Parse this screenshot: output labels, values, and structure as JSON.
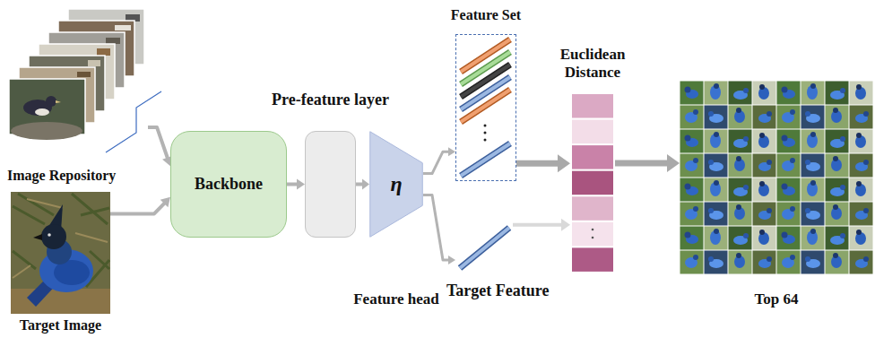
{
  "diagram": {
    "nodes": [
      {
        "text": [
          "Image Repository"
        ]
      },
      {
        "text": [
          "Target Image"
        ]
      },
      {
        "text": [
          "Backbone"
        ]
      },
      {
        "text": [
          "Pre-feature layer"
        ]
      },
      {
        "text": [
          "η",
          "Feature head"
        ]
      },
      {
        "text": [
          "Feature Set"
        ]
      },
      {
        "text": [
          "Target Feature"
        ]
      },
      {
        "text": [
          "Euclidean Distance"
        ]
      },
      {
        "text": [
          "Top 64"
        ]
      }
    ],
    "edges": [
      {
        "from": 0,
        "to": 2,
        "arrow": "to"
      },
      {
        "from": 1,
        "to": 2,
        "arrow": "to"
      },
      {
        "from": 2,
        "to": 3,
        "arrow": "to"
      },
      {
        "from": 3,
        "to": 4,
        "arrow": "to"
      },
      {
        "from": 4,
        "to": 5,
        "arrow": "to"
      },
      {
        "from": 4,
        "to": 6,
        "arrow": "to"
      },
      {
        "from": 5,
        "to": 7,
        "arrow": "to"
      },
      {
        "from": 6,
        "to": 7,
        "arrow": "to"
      },
      {
        "from": 7,
        "to": 8,
        "arrow": "to"
      }
    ]
  }
}
